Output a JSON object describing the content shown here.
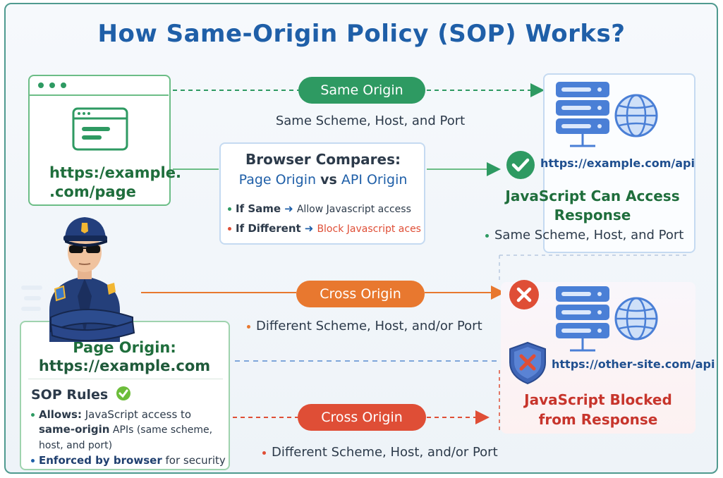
{
  "title": "How Same-Origin Policy (SOP) Works?",
  "client": {
    "url": "https:/example.\n.com/page"
  },
  "same_origin": {
    "label": "Same Origin",
    "subtitle": "Same Scheme, Host, and Port"
  },
  "compare": {
    "title": "Browser Compares:",
    "page_origin": "Page Origin",
    "vs": "vs",
    "api_origin": "API Origin",
    "if_same": "If Same",
    "if_same_action": "Allow Javascript access",
    "if_different": "If Different",
    "if_different_action": "Block Javascript aces",
    "arrow": "➜"
  },
  "server_ok": {
    "url": "https://example.com/api",
    "title": "JavaScript Can Access\nResponse",
    "note": "Same Scheme, Host, and Port"
  },
  "cross_top": {
    "label": "Cross Origin",
    "subtitle": "Different Scheme, Host, and/or Port"
  },
  "cross_bottom": {
    "label": "Cross Origin",
    "subtitle": "Different Scheme, Host, and/or Port"
  },
  "server_blocked": {
    "url": "https://other-site.com/api",
    "title": "JavaScript Blocked\nfrom Response"
  },
  "page_origin_box": {
    "title": "Page Origin:",
    "origin": "https://example.com",
    "rules_title": "SOP Rules",
    "rule1_strong": "Allows:",
    "rule1_text": " JavaScript access to",
    "rule1_line2_strong": "same-origin",
    "rule1_line2_text": " APIs (same scheme,",
    "rule1_line3": "host, and port)",
    "rule2_strong": "Enforced by browser",
    "rule2_text": " for security"
  },
  "colors": {
    "green": "#2e9a62",
    "orange": "#e8782f",
    "red": "#df4e36",
    "blue": "#1f5fa8",
    "server": "#4a7fd6"
  },
  "icons": [
    "browser-icon",
    "server-icon",
    "globe-icon",
    "check-icon",
    "cross-icon",
    "shield-icon",
    "police-officer-icon"
  ]
}
